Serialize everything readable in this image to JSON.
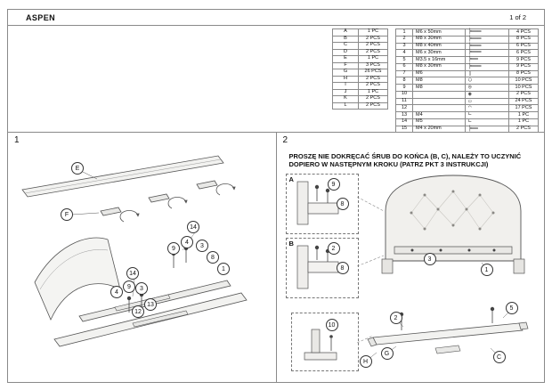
{
  "header": {
    "title": "ASPEN",
    "page_number": "1 of 2"
  },
  "parts": [
    {
      "label": "A",
      "qty": "1 PC"
    },
    {
      "label": "B",
      "qty": "2 PCS"
    },
    {
      "label": "C",
      "qty": "2 PCS"
    },
    {
      "label": "D",
      "qty": "2 PCS"
    },
    {
      "label": "E",
      "qty": "1 PC"
    },
    {
      "label": "F",
      "qty": "3 PCS"
    },
    {
      "label": "G",
      "qty": "26 PCS"
    },
    {
      "label": "H",
      "qty": "2 PCS"
    },
    {
      "label": "I",
      "qty": "2 PCS"
    },
    {
      "label": "J",
      "qty": "1 PC"
    },
    {
      "label": "K",
      "qty": "2 PCS"
    },
    {
      "label": "L",
      "qty": "2 PCS"
    }
  ],
  "hardware": [
    {
      "id": "1",
      "desc": "M6 x 50mm",
      "icon": "bolt-icon",
      "qty": "4 PCS"
    },
    {
      "id": "2",
      "desc": "M8 x 30mm",
      "icon": "bolt-icon",
      "qty": "8 PCS"
    },
    {
      "id": "3",
      "desc": "M8 x 40mm",
      "icon": "bolt-icon",
      "qty": "6 PCS"
    },
    {
      "id": "4",
      "desc": "M6 x 30mm",
      "icon": "bolt-icon",
      "qty": "6 PCS"
    },
    {
      "id": "5",
      "desc": "M3.5 x 16mm",
      "icon": "screw-icon",
      "qty": "9 PCS"
    },
    {
      "id": "6",
      "desc": "M8 x 30mm",
      "icon": "bolt-icon",
      "qty": "9 PCS"
    },
    {
      "id": "7",
      "desc": "M6",
      "icon": "barrel-nut-icon",
      "qty": "8 PCS"
    },
    {
      "id": "8",
      "desc": "M8",
      "icon": "washer-icon",
      "qty": "10 PCS"
    },
    {
      "id": "9",
      "desc": "M8",
      "icon": "spring-washer-icon",
      "qty": "10 PCS"
    },
    {
      "id": "10",
      "desc": "",
      "icon": "cam-lock-icon",
      "qty": "2 PCS"
    },
    {
      "id": "11",
      "desc": "",
      "icon": "dowel-icon",
      "qty": "24 PCS"
    },
    {
      "id": "12",
      "desc": "",
      "icon": "cover-cap-icon",
      "qty": "17 PCS"
    },
    {
      "id": "13",
      "desc": "M4",
      "icon": "allen-key-icon",
      "qty": "1 PC"
    },
    {
      "id": "14",
      "desc": "M5",
      "icon": "allen-key-icon",
      "qty": "1 PC"
    },
    {
      "id": "15",
      "desc": "M4 x 20mm",
      "icon": "screw-icon",
      "qty": "2 PCS"
    }
  ],
  "step1": {
    "number": "1",
    "callouts": {
      "rail": "E",
      "bracket": "F",
      "cluster1": [
        "14",
        "9",
        "4",
        "3",
        "8",
        "1"
      ],
      "cluster2": [
        "14",
        "4",
        "9",
        "3",
        "13",
        "12"
      ]
    }
  },
  "step2": {
    "number": "2",
    "warning": "PROSZĘ NIE DOKRĘCAĆ ŚRUB DO KOŃCA (B, C), NALEŻY TO UCZYNIĆ DOPIERO W NASTĘPNYM KROKU (PATRZ PKT 3 INSTRUKCJI)",
    "detail_a": {
      "label": "A",
      "callouts": [
        "9",
        "8"
      ]
    },
    "detail_b": {
      "label": "B",
      "callouts": [
        "2",
        "8"
      ]
    },
    "detail_h": {
      "callouts": [
        "10"
      ]
    },
    "headboard_callouts": [
      "3",
      "1"
    ],
    "rail_callouts": [
      "2",
      "5",
      "C",
      "G",
      "H"
    ]
  }
}
